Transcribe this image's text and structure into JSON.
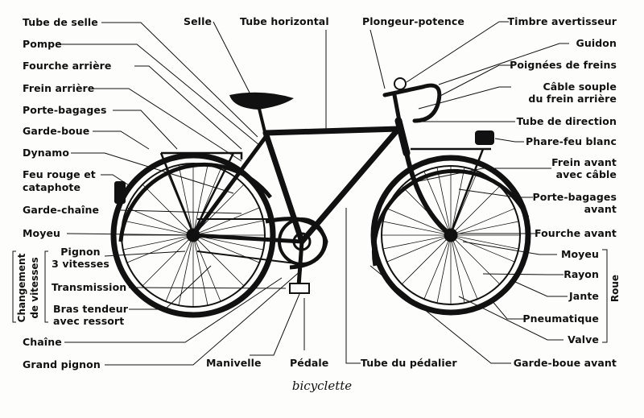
{
  "labels": {
    "tube_de_selle": "Tube de selle",
    "pompe": "Pompe",
    "fourche_arriere": "Fourche arrière",
    "frein_arriere": "Frein arrière",
    "porte_bagages": "Porte-bagages",
    "garde_boue": "Garde-boue",
    "dynamo": "Dynamo",
    "feu_rouge_1": "Feu rouge et",
    "feu_rouge_2": "cataphote",
    "garde_chaine": "Garde-chaîne",
    "moyeu_left": "Moyeu",
    "pignon_1": "Pignon",
    "pignon_2": "3 vitesses",
    "transmission": "Transmission",
    "bras_1": "Bras tendeur",
    "bras_2": "avec ressort",
    "chaine": "Chaîne",
    "grand_pignon": "Grand pignon",
    "selle": "Selle",
    "tube_horizontal": "Tube horizontal",
    "plongeur": "Plongeur-potence",
    "timbre": "Timbre avertisseur",
    "guidon": "Guidon",
    "poignees": "Poignées de freins",
    "cable_1": "Câble souple",
    "cable_2": "du frein arrière",
    "tube_direction": "Tube de direction",
    "phare": "Phare-feu blanc",
    "frein_avant_1": "Frein avant",
    "frein_avant_2": "avec câble",
    "pb_avant_1": "Porte-bagages",
    "pb_avant_2": "avant",
    "fourche_avant": "Fourche avant",
    "moyeu_right": "Moyeu",
    "rayon": "Rayon",
    "jante": "Jante",
    "pneumatique": "Pneumatique",
    "valve": "Valve",
    "garde_boue_avant": "Garde-boue avant",
    "manivelle": "Manivelle",
    "pedale": "Pédale",
    "tube_pedalier": "Tube du pédalier",
    "changement_1": "Changement",
    "changement_2": "de vitesses",
    "roue": "Roue"
  },
  "caption": "bicyclette"
}
